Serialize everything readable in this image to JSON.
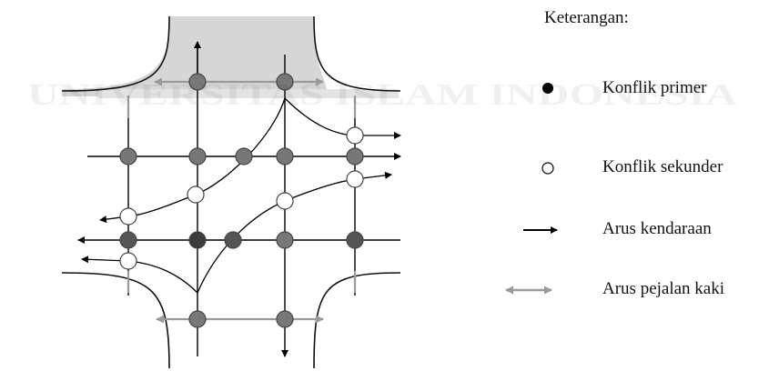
{
  "watermark_text": "UNIVERSITAS ISLAM INDONESIA",
  "legend": {
    "title": "Keterangan:",
    "items": [
      {
        "label": "Konflik primer",
        "icon": "filled-black-dot-icon"
      },
      {
        "label": "Konflik sekunder",
        "icon": "hollow-white-dot-icon"
      },
      {
        "label": "Arus kendaraan",
        "icon": "black-arrow-icon"
      },
      {
        "label": "Arus pejalan kaki",
        "icon": "gray-double-arrow-icon"
      }
    ]
  },
  "colors": {
    "primary_conflict": "#777777",
    "primary_conflict_dark": "#3b3b3b",
    "secondary_conflict": "#ffffff",
    "vehicle_flow": "#000000",
    "pedestrian_flow": "#9a9a9a",
    "corner_shading": "#d4d4d4"
  }
}
